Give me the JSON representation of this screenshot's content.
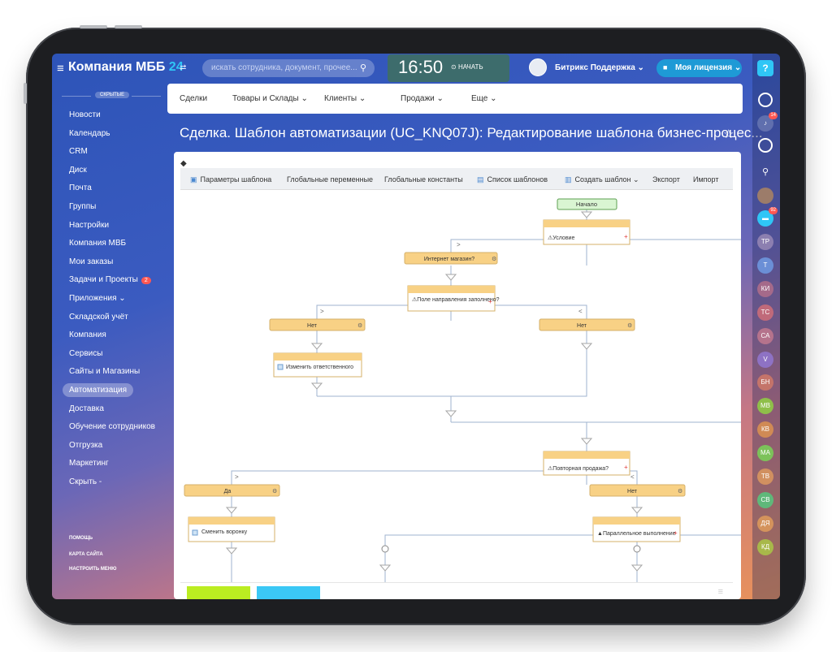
{
  "app": {
    "company": "Компания МББ",
    "company_suffix": "24",
    "search_placeholder": "искать сотрудника, документ, прочее...",
    "time": "16:50",
    "start_label": "НАЧАТЬ",
    "user": "Битрикс Поддержка",
    "license": "Моя лицензия"
  },
  "sidebar": {
    "hidden_label": "СКРЫТЫЕ",
    "items": [
      {
        "label": "Новости"
      },
      {
        "label": "Календарь"
      },
      {
        "label": "CRM"
      },
      {
        "label": "Диск"
      },
      {
        "label": "Почта"
      },
      {
        "label": "Группы"
      },
      {
        "label": "Настройки"
      },
      {
        "label": "Компания МВБ"
      },
      {
        "label": "Мои заказы"
      },
      {
        "label": "Задачи и Проекты",
        "badge": "2"
      },
      {
        "label": "Приложения ⌄"
      },
      {
        "label": "Складской учёт"
      },
      {
        "label": "Компания"
      },
      {
        "label": "Сервисы"
      },
      {
        "label": "Сайты и Магазины"
      },
      {
        "label": "Автоматизация",
        "active": true
      },
      {
        "label": "Доставка"
      },
      {
        "label": "Обучение сотрудников"
      },
      {
        "label": "Отгрузка"
      },
      {
        "label": "Маркетинг"
      },
      {
        "label": "Скрыть -"
      }
    ],
    "help": "ПОМОЩЬ",
    "sitemap": "КАРТА САЙТА",
    "configure": "НАСТРОИТЬ МЕНЮ"
  },
  "nav": {
    "tabs": [
      "Сделки",
      "Товары и Склады ⌄",
      "Клиенты ⌄",
      "Продажи ⌄",
      "Еще ⌄"
    ]
  },
  "page": {
    "title": "Сделка. Шаблон автоматизации (UC_KNQ07J): Редактирование шаблона бизнес-процес..."
  },
  "toolbar": {
    "params": "Параметры шаблона",
    "globals": "Глобальные переменные",
    "constants": "Глобальные константы",
    "list": "Список шаблонов",
    "create": "Создать шаблон ⌄",
    "export": "Экспорт",
    "import": "Импорт"
  },
  "diagram": {
    "start": "Начало",
    "condition": "Условие",
    "internet_shop": "Интернет магазин?",
    "field_check": "Поле направления заполнено?",
    "no_left": "Нет",
    "no_right": "Нет",
    "change_responsible": "Изменить ответственного",
    "repeat_sale": "Повторная продажа?",
    "yes": "Да",
    "no_bottom": "Нет",
    "change_funnel": "Сменить воронку",
    "parallel": "Параллельное выполнение"
  },
  "rightbar": {
    "badges": [
      "14",
      "92"
    ],
    "avatars": [
      "ТР",
      "Т",
      "КИ",
      "ТС",
      "СА",
      "V",
      "БН",
      "МВ",
      "КВ",
      "МА",
      "ТВ",
      "СВ",
      "ДЯ",
      "КД"
    ]
  },
  "colors": {
    "accent": "#2fc6f6",
    "block": "#f8d185",
    "start_green": "#d9f5d2",
    "save_button": "#bbed21",
    "apply_button": "#3bc8f5"
  }
}
